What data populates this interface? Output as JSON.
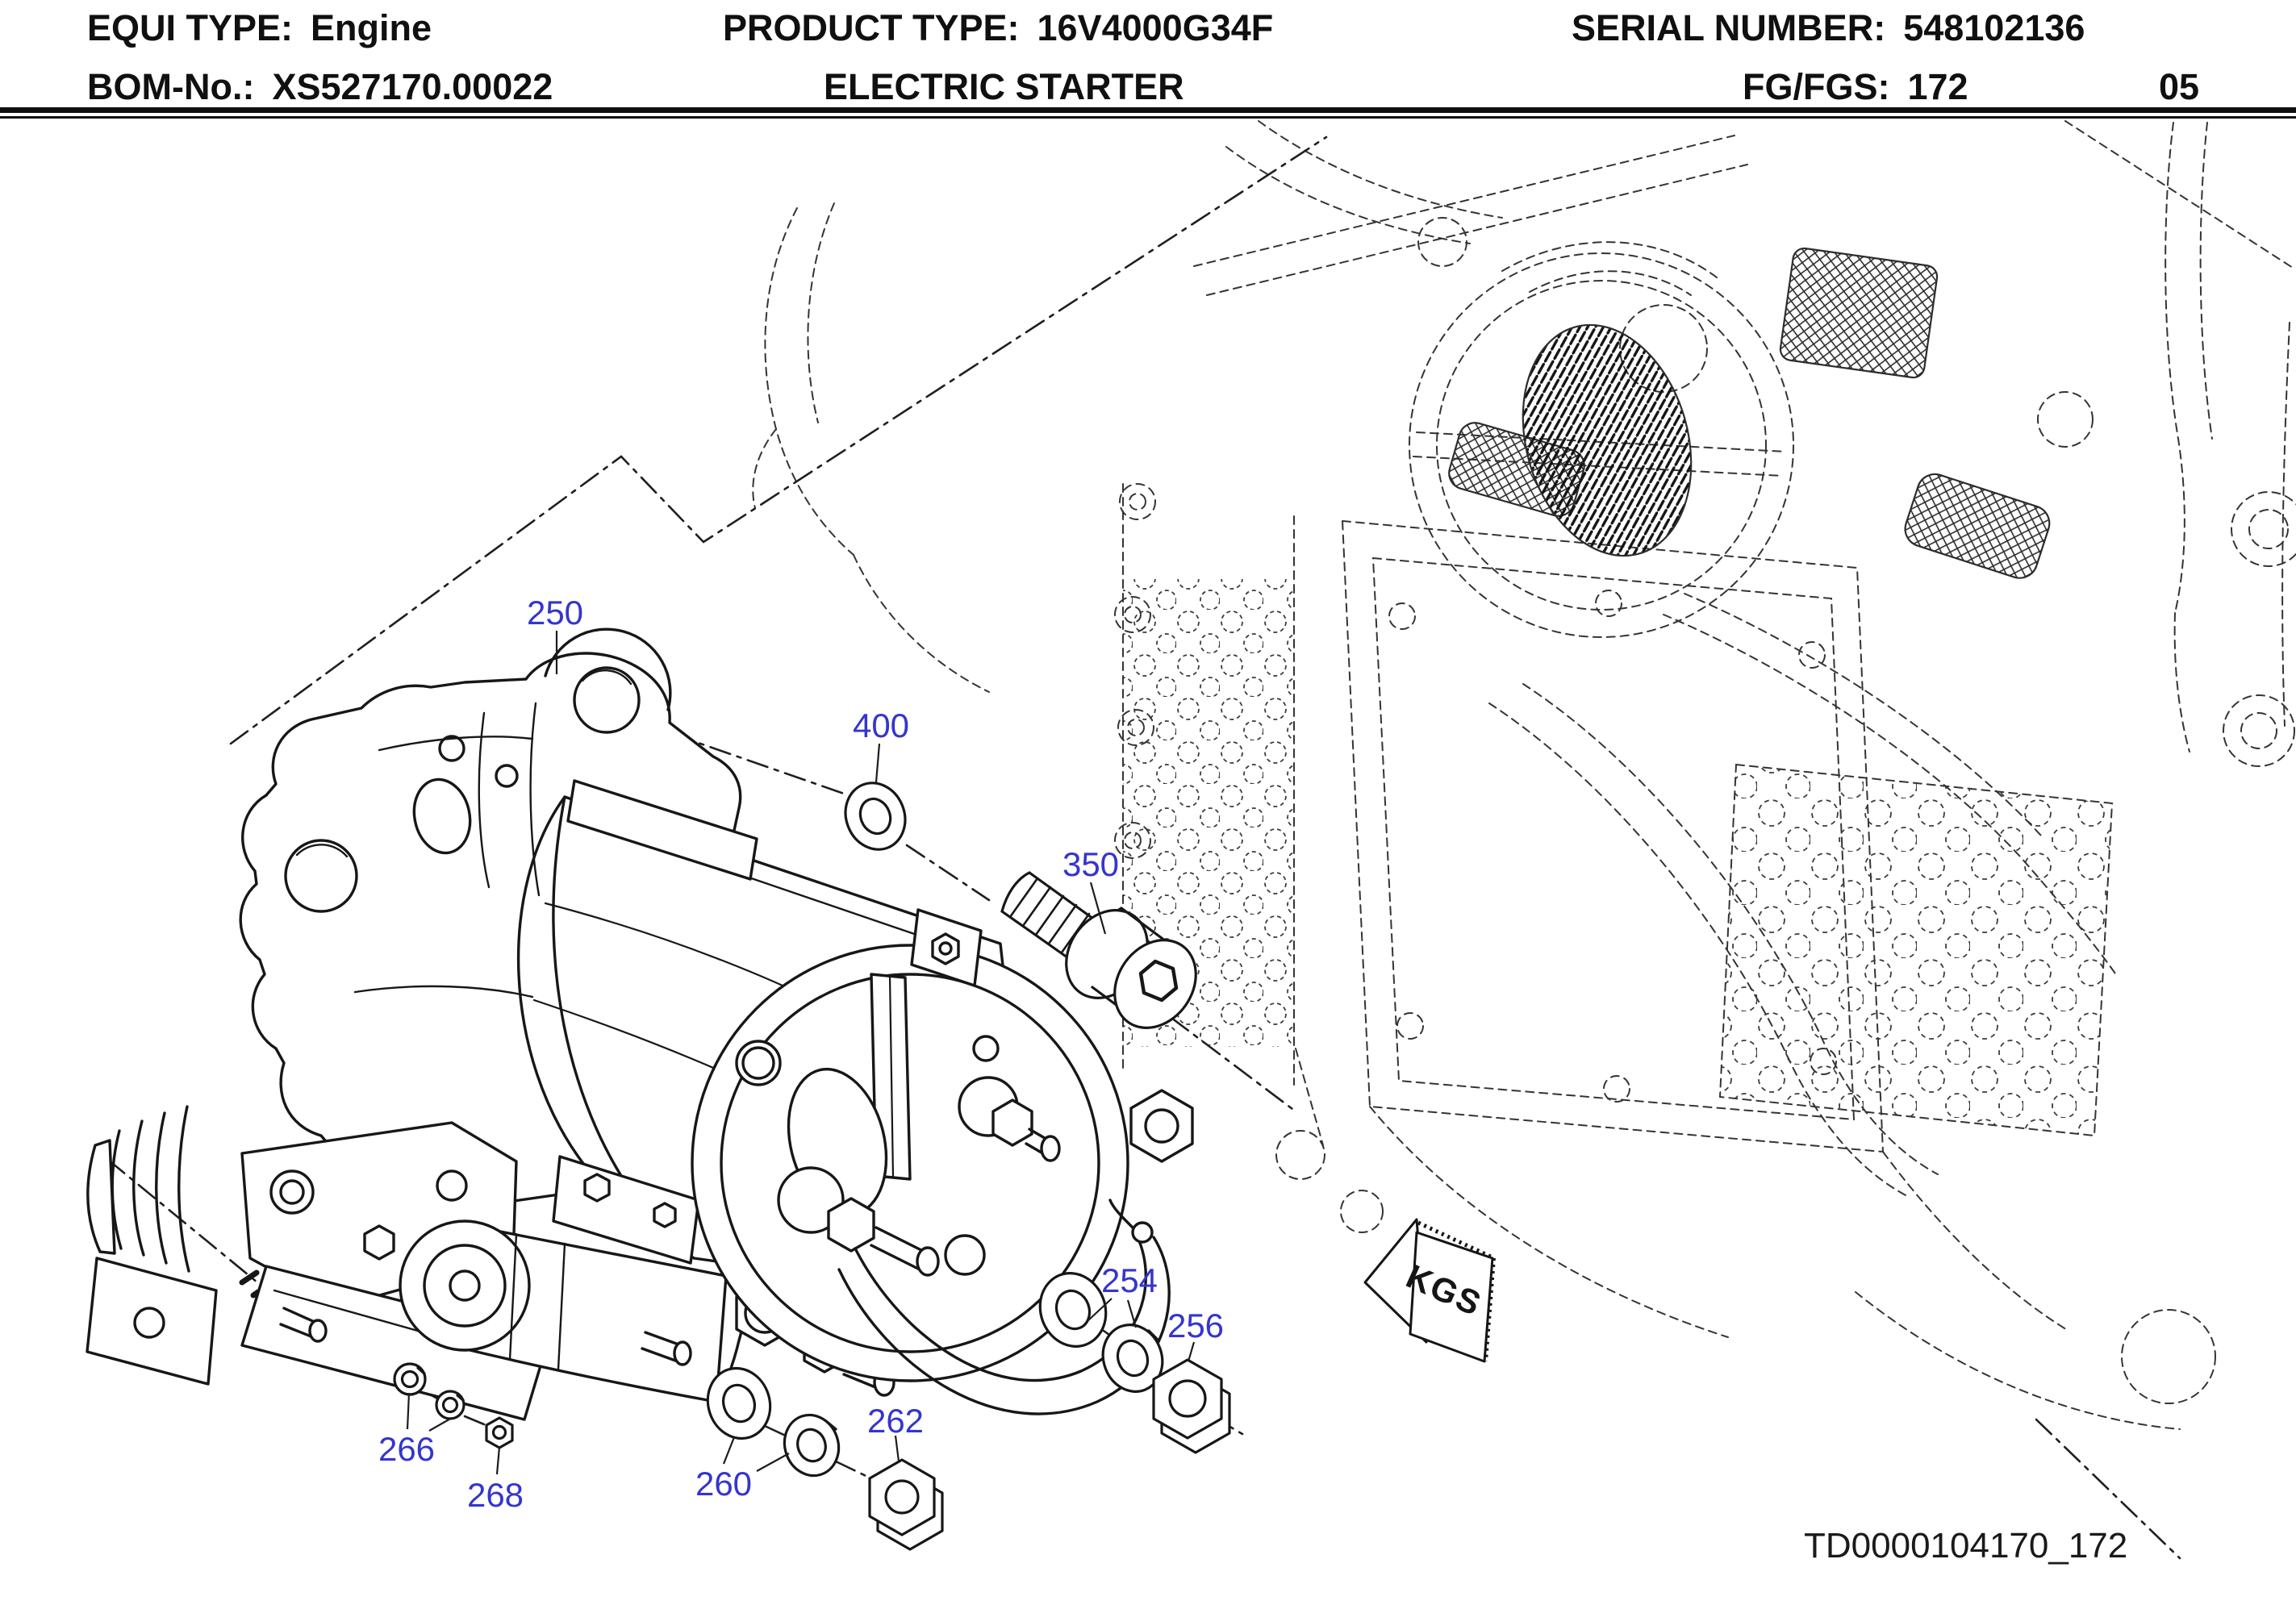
{
  "header": {
    "row1": {
      "equi_type_label": "EQUI TYPE:",
      "equi_type_value": "Engine",
      "product_type_label": "PRODUCT TYPE:",
      "product_type_value": "16V4000G34F",
      "serial_number_label": "SERIAL NUMBER:",
      "serial_number_value": "548102136"
    },
    "row2": {
      "bom_no_label": "BOM-No.:",
      "bom_no_value": "XS527170.00022",
      "product_name": "ELECTRIC STARTER",
      "fg_fgs_label": "FG/FGS:",
      "fg_fgs_value": "172",
      "page_number": "05"
    }
  },
  "diagram": {
    "callout_color": "#3535cd",
    "callouts": [
      {
        "part": "250"
      },
      {
        "part": "400"
      },
      {
        "part": "350"
      },
      {
        "part": "254"
      },
      {
        "part": "256"
      },
      {
        "part": "260"
      },
      {
        "part": "262"
      },
      {
        "part": "266"
      },
      {
        "part": "268"
      }
    ],
    "weight_symbol_label": "KGS",
    "drawing_number": "TD0000104170_172"
  }
}
